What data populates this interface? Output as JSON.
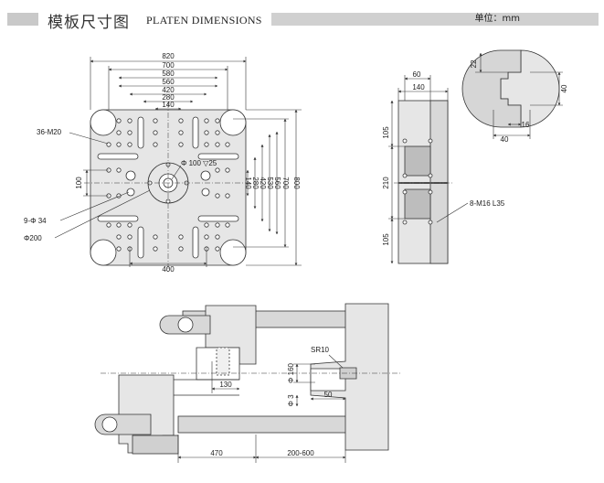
{
  "header": {
    "title_cn": "模板尺寸图",
    "title_en": "PLATEN DIMENSIONS",
    "unit": "单位：mm"
  },
  "platen_front": {
    "top_dims": [
      "820",
      "700",
      "580",
      "560",
      "420",
      "280",
      "140"
    ],
    "right_dims": [
      "140",
      "280",
      "420",
      "530",
      "560",
      "700",
      "800"
    ],
    "bottom_dim": "400",
    "left_dim": "100",
    "callout_bolt": "36-M20",
    "callout_hole_9": "9-Φ 34",
    "callout_phi200": "Φ200",
    "callout_center": "Φ 100 ▽25"
  },
  "platen_side": {
    "top_dims": [
      "60",
      "140"
    ],
    "left_dims": [
      "105",
      "210",
      "105"
    ],
    "callout": "8-M16 L35"
  },
  "tbar_detail": {
    "dims": [
      "22",
      "40",
      "16",
      "40"
    ]
  },
  "machine_section": {
    "sr": "SR10",
    "phi160": "Φ 160",
    "phi3": "Φ 3",
    "dim_50": "50",
    "dim_130": "130",
    "dim_470": "470",
    "dim_range": "200-600"
  }
}
